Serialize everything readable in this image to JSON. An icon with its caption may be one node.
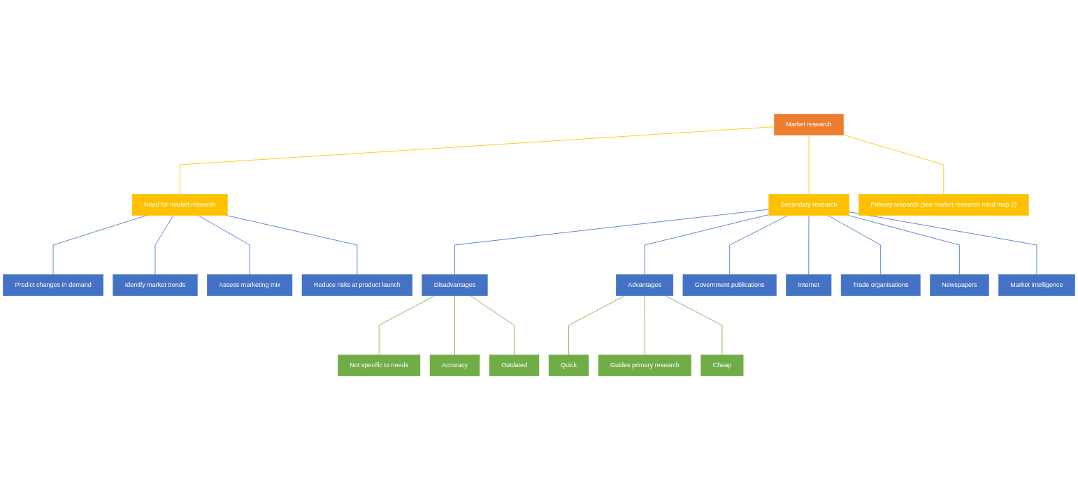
{
  "diagram": {
    "nodes": [
      {
        "text": [
          "Market research"
        ]
      },
      {
        "text": [
          "Need for market research"
        ]
      },
      {
        "text": [
          "Secondary research"
        ]
      },
      {
        "text": [
          "Primary research (see market research mind map 2)"
        ]
      },
      {
        "text": [
          "Predict changes in demand"
        ]
      },
      {
        "text": [
          "Identify market trends"
        ]
      },
      {
        "text": [
          "Assess marketing mix"
        ]
      },
      {
        "text": [
          "Reduce risks at product launch"
        ]
      },
      {
        "text": [
          "Disadvantages"
        ]
      },
      {
        "text": [
          "Advantages"
        ]
      },
      {
        "text": [
          "Government publications"
        ]
      },
      {
        "text": [
          "Internet"
        ]
      },
      {
        "text": [
          "Trade organisations"
        ]
      },
      {
        "text": [
          "Newspapers"
        ]
      },
      {
        "text": [
          "Market intelligence"
        ]
      },
      {
        "text": [
          "Not specific to needs"
        ]
      },
      {
        "text": [
          "Accuracy"
        ]
      },
      {
        "text": [
          "Outdated"
        ]
      },
      {
        "text": [
          "Quick"
        ]
      },
      {
        "text": [
          "Guides primary research"
        ]
      },
      {
        "text": [
          "Cheap"
        ]
      }
    ],
    "edges": [
      {
        "from": 0,
        "to": 1,
        "arrow": "none",
        "color": "#ffc000"
      },
      {
        "from": 0,
        "to": 2,
        "arrow": "none",
        "color": "#ffc000"
      },
      {
        "from": 0,
        "to": 3,
        "arrow": "none",
        "color": "#ffc000"
      },
      {
        "from": 1,
        "to": 4,
        "arrow": "none"
      },
      {
        "from": 1,
        "to": 5,
        "arrow": "none"
      },
      {
        "from": 1,
        "to": 6,
        "arrow": "none"
      },
      {
        "from": 1,
        "to": 7,
        "arrow": "none"
      },
      {
        "from": 2,
        "to": 8,
        "arrow": "none"
      },
      {
        "from": 2,
        "to": 9,
        "arrow": "none"
      },
      {
        "from": 2,
        "to": 10,
        "arrow": "none"
      },
      {
        "from": 2,
        "to": 11,
        "arrow": "none"
      },
      {
        "from": 2,
        "to": 12,
        "arrow": "none"
      },
      {
        "from": 2,
        "to": 13,
        "arrow": "none"
      },
      {
        "from": 2,
        "to": 14,
        "arrow": "none"
      },
      {
        "from": 8,
        "to": 15,
        "arrow": "none",
        "color": "#70ad47"
      },
      {
        "from": 8,
        "to": 16,
        "arrow": "none",
        "color": "#70ad47"
      },
      {
        "from": 8,
        "to": 17,
        "arrow": "none",
        "color": "#70ad47"
      },
      {
        "from": 9,
        "to": 18,
        "arrow": "none",
        "color": "#70ad47"
      },
      {
        "from": 9,
        "to": 19,
        "arrow": "none",
        "color": "#70ad47"
      },
      {
        "from": 9,
        "to": 20,
        "arrow": "none",
        "color": "#70ad47"
      }
    ]
  }
}
